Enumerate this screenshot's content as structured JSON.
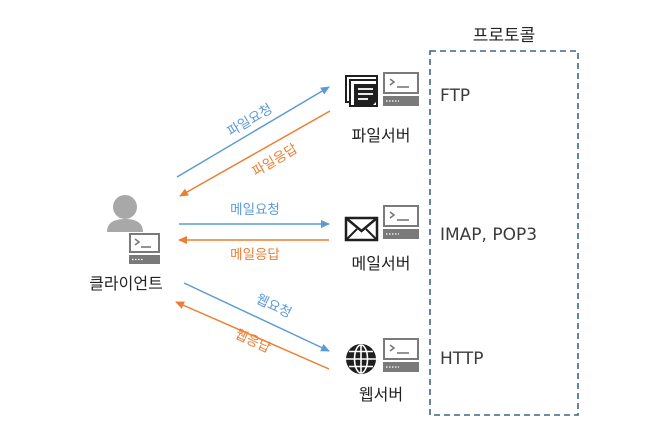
{
  "colors": {
    "request": "#5b9bd5",
    "response": "#ed7d31",
    "server": "#7a7a7a",
    "protocol_border": "#3f6386",
    "icon_dark": "#1f1f1f",
    "person": "#a8a8a8"
  },
  "protocol_box": {
    "title": "프로토콜"
  },
  "client": {
    "label": "클라이언트",
    "icons": [
      "person-icon",
      "terminal-icon"
    ]
  },
  "servers": [
    {
      "label": "파일서버",
      "icon": "document-icon",
      "protocol": "FTP"
    },
    {
      "label": "메일서버",
      "icon": "envelope-icon",
      "protocol": "IMAP, POP3"
    },
    {
      "label": "웹서버",
      "icon": "globe-icon",
      "protocol": "HTTP"
    }
  ],
  "arrows": [
    {
      "label": "파일요청",
      "kind": "request"
    },
    {
      "label": "파일응답",
      "kind": "response"
    },
    {
      "label": "메일요청",
      "kind": "request"
    },
    {
      "label": "메일응답",
      "kind": "response"
    },
    {
      "label": "웹요청",
      "kind": "request"
    },
    {
      "label": "웹응답",
      "kind": "response"
    }
  ]
}
